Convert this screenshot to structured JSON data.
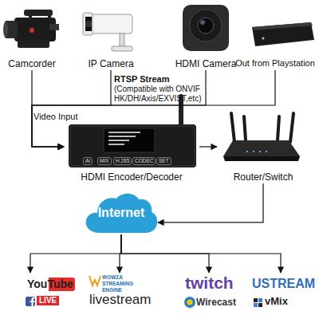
{
  "diagram": {
    "nodes": [
      {
        "text": [
          "Camcorder"
        ]
      },
      {
        "text": [
          "IP Camera"
        ]
      },
      {
        "text": [
          "HDMI Camera"
        ]
      },
      {
        "text": [
          "Out from Playstation"
        ]
      },
      {
        "text": [
          "HDMI Encoder/Decoder"
        ]
      },
      {
        "text": [
          "Router/Switch"
        ]
      },
      {
        "text": [
          "Internet"
        ]
      },
      {
        "text": [
          "YouTube",
          "LIVE"
        ]
      },
      {
        "text": [
          "WOWZA STREAMING ENGINE",
          "livestream"
        ]
      },
      {
        "text": [
          "twitch",
          "Wirecast"
        ]
      },
      {
        "text": [
          "USTREAM",
          "vMix"
        ]
      }
    ],
    "edges": [
      {
        "from": 0,
        "to": 4,
        "arrow": "to",
        "label": "Video Input"
      },
      {
        "from": 1,
        "to": 4,
        "arrow": "to",
        "label": "RTSP Stream"
      },
      {
        "from": 2,
        "to": 4,
        "arrow": "to"
      },
      {
        "from": 3,
        "to": 4,
        "arrow": "to"
      },
      {
        "from": 4,
        "to": 5,
        "arrow": "to"
      },
      {
        "from": 5,
        "to": 6,
        "arrow": "to"
      },
      {
        "from": 6,
        "to": 7,
        "arrow": "to"
      },
      {
        "from": 6,
        "to": 8,
        "arrow": "to"
      },
      {
        "from": 6,
        "to": 9,
        "arrow": "to"
      },
      {
        "from": 6,
        "to": 10,
        "arrow": "to"
      }
    ],
    "labels": [
      "(Compatible with ONVIF HK/DH/Axis/EXVIST,etc)",
      "AI",
      "MIX",
      "H.265",
      "CODEC",
      "SET"
    ]
  }
}
